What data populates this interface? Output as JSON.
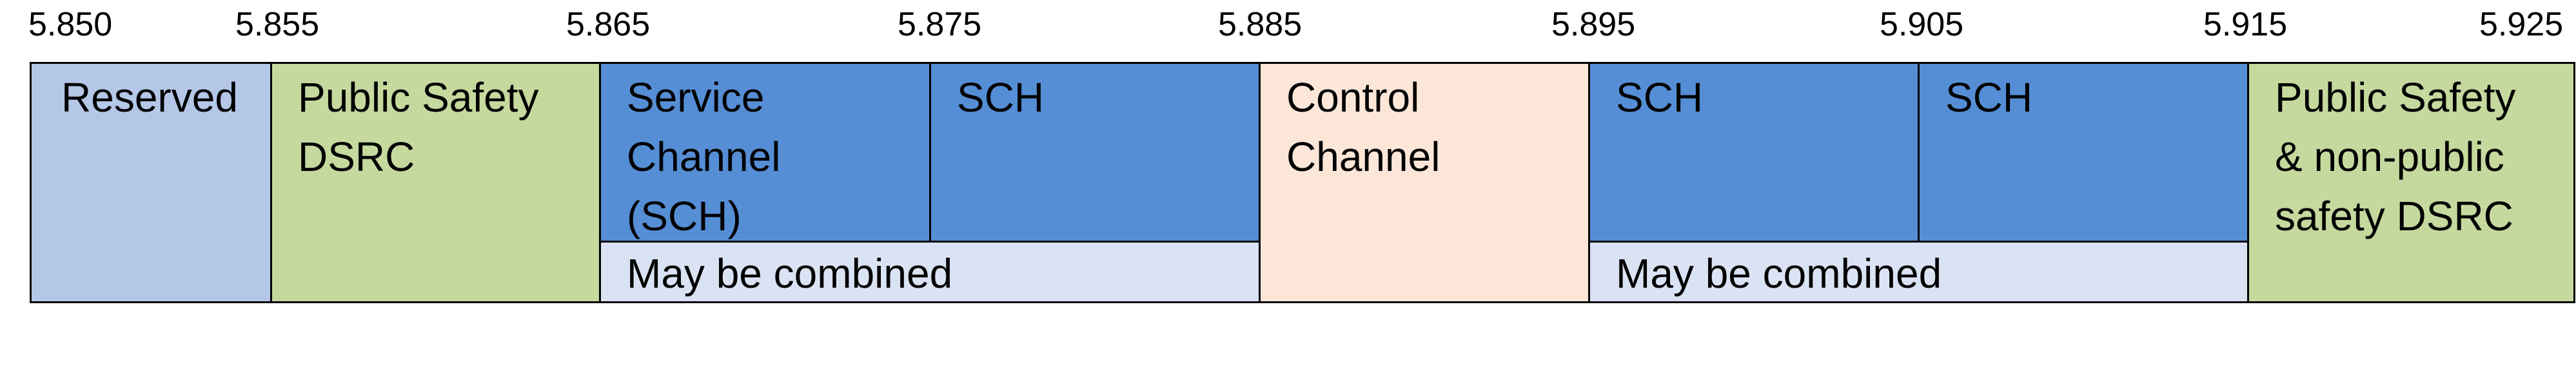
{
  "frequency_ticks": [
    "5.850",
    "5.855",
    "5.865",
    "5.875",
    "5.885",
    "5.895",
    "5.905",
    "5.915",
    "5.925"
  ],
  "bands": {
    "reserved": "Reserved",
    "public_safety": "Public Safety\nDSRC",
    "service_channel": "Service\nChannel\n(SCH)",
    "sch_1": "SCH",
    "control_channel": "Control\nChannel",
    "sch_2": "SCH",
    "sch_3": "SCH",
    "public_nonpublic_safety": "Public Safety\n& non-public\nsafety DSRC"
  },
  "combined_labels": {
    "left": "May be combined",
    "right": "May be combined"
  },
  "colors": {
    "reserved": "#b4c7e7",
    "public_safety": "#c5d89d",
    "sch": "#558ed5",
    "combined": "#dae3f3",
    "control": "#fce6d8"
  }
}
